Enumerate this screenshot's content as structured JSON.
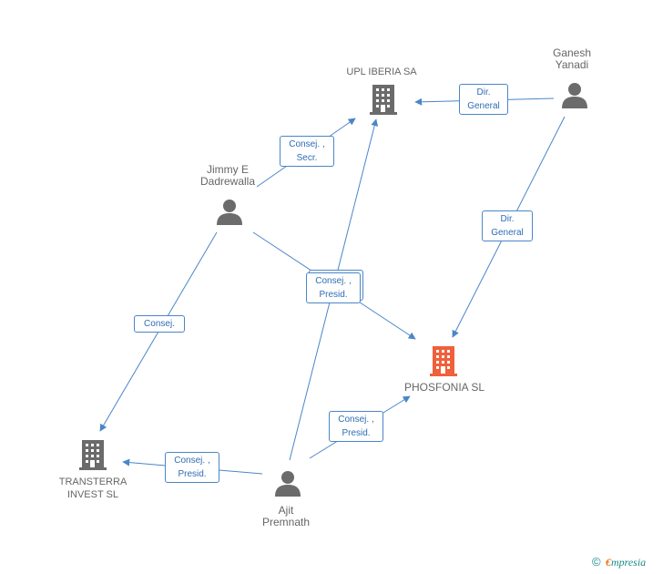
{
  "nodes": {
    "upl": {
      "label": "UPL IBERIA SA",
      "type": "company",
      "color": "#6b6b6b"
    },
    "phosfonia": {
      "label": "PHOSFONIA SL",
      "type": "company",
      "color": "#f0603a"
    },
    "transterra": {
      "label_line1": "TRANSTERRA",
      "label_line2": "INVEST SL",
      "type": "company",
      "color": "#6b6b6b"
    },
    "ganesh": {
      "label_line1": "Ganesh",
      "label_line2": "Yanadi",
      "type": "person",
      "color": "#6b6b6b"
    },
    "jimmy": {
      "label_line1": "Jimmy E",
      "label_line2": "Dadrewalla",
      "type": "person",
      "color": "#6b6b6b"
    },
    "ajit": {
      "label_line1": "Ajit",
      "label_line2": "Premnath",
      "type": "person",
      "color": "#6b6b6b"
    }
  },
  "edges": {
    "ganesh_upl": {
      "line1": "Dir.",
      "line2": "General"
    },
    "ganesh_phos": {
      "line1": "Dir.",
      "line2": "General"
    },
    "jimmy_upl": {
      "line1": "Consej. ,",
      "line2": "Secr."
    },
    "jimmy_phos": {
      "line1": "Consej. ,",
      "line2": "Presid."
    },
    "jimmy_trans": {
      "line1": "Consej."
    },
    "ajit_phos": {
      "line1": "Consej. ,",
      "line2": "Presid."
    },
    "ajit_trans": {
      "line1": "Consej. ,",
      "line2": "Presid."
    }
  },
  "footer": {
    "copyright": "©",
    "brand_first": "€",
    "brand_rest": "mpresia"
  },
  "colors": {
    "edge": "#4a86c8",
    "label_text": "#2f6db5",
    "node_gray": "#6b6b6b",
    "node_main": "#f0603a"
  }
}
